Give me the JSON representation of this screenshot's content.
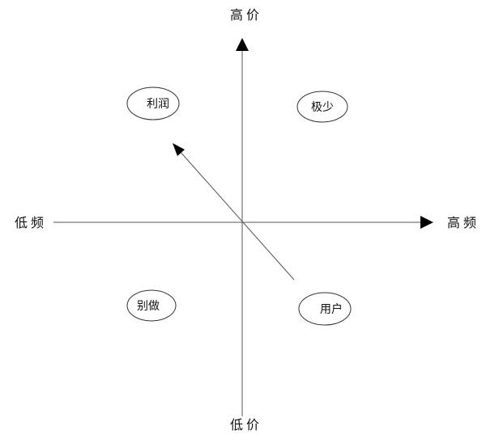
{
  "axes": {
    "top_label": "高价",
    "bottom_label": "低价",
    "left_label": "低频",
    "right_label": "高频"
  },
  "quadrants": {
    "top_left": "利润",
    "top_right": "极少",
    "bottom_left": "别做",
    "bottom_right": "用户"
  },
  "colors": {
    "line": "#555555",
    "arrow": "#000000",
    "text": "#111111",
    "background": "#ffffff"
  }
}
